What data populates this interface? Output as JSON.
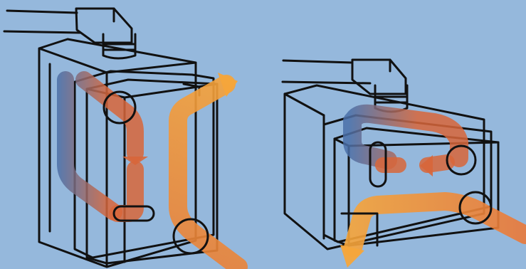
{
  "diagram": {
    "units": [
      {
        "id": "left-unit",
        "orientation": "vertical"
      },
      {
        "id": "right-unit",
        "orientation": "horizontal"
      }
    ],
    "colors": {
      "background": "#95b8dc",
      "outline": "#111111",
      "cold_flow": "#4a6fa8",
      "hot_flow": "#d8663a",
      "exhaust_flow": "#f4a03a"
    }
  }
}
